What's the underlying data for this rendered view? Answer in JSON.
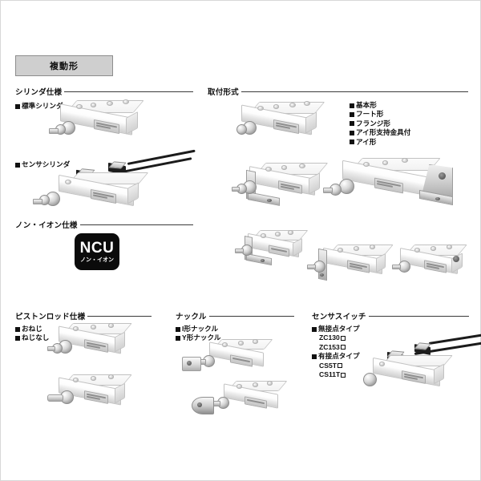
{
  "page": {
    "badge_label": "複動形"
  },
  "sections": {
    "cylinder_spec": {
      "title": "シリンダ仕様",
      "items": [
        {
          "label": "標準シリンダ"
        },
        {
          "label": "センサシリンダ"
        }
      ]
    },
    "non_ion_spec": {
      "title": "ノン・イオン仕様",
      "logo": {
        "main": "NCU",
        "sub": "ノン・イオン"
      }
    },
    "mounting_style": {
      "title": "取付形式",
      "items": [
        {
          "label": "基本形"
        },
        {
          "label": "フート形"
        },
        {
          "label": "フランジ形"
        },
        {
          "label": "アイ形支持金具付"
        },
        {
          "label": "アイ形"
        }
      ]
    },
    "piston_rod_spec": {
      "title": "ピストンロッド仕様",
      "items": [
        {
          "label": "おねじ"
        },
        {
          "label": "ねじなし"
        }
      ]
    },
    "knuckle": {
      "title": "ナックル",
      "items": [
        {
          "label": "I形ナックル"
        },
        {
          "label": "Y形ナックル"
        }
      ]
    },
    "sensor_switch": {
      "title": "センサスイッチ",
      "groups": [
        {
          "label": "無接点タイプ",
          "models": [
            "ZC130",
            "ZC153"
          ]
        },
        {
          "label": "有接点タイプ",
          "models": [
            "CS5T",
            "CS11T"
          ]
        }
      ]
    }
  },
  "colors": {
    "badge_bg": "#cfcfcf",
    "badge_border": "#8d8d8d",
    "rule": "#3a3a3a",
    "text": "#101010",
    "logo_bg": "#0b0b0b",
    "page_bg": "#ffffff"
  }
}
